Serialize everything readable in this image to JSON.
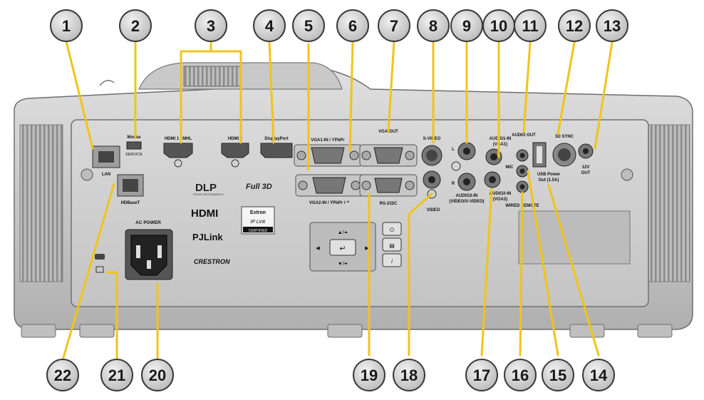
{
  "callouts_top": [
    "1",
    "2",
    "3",
    "4",
    "5",
    "6",
    "7",
    "8",
    "9",
    "10",
    "11",
    "12",
    "13"
  ],
  "callouts_bottom": [
    "22",
    "21",
    "20",
    "19",
    "18",
    "17",
    "16",
    "15",
    "14"
  ],
  "port_labels": {
    "lan": "LAN",
    "hdbaset": "HDBaseT",
    "mouse": "Mouse",
    "service": "SERVICE",
    "hdmi1": "HDMI 1 / MHL",
    "hdmi2": "HDMI 2",
    "displayport": "DisplayPort",
    "vga1_in": "VGA1-IN / YPbPr",
    "vga_out": "VGA-OUT",
    "vga2_in": "VGA2-IN / YPbPr / ¹²",
    "rs232c": "RS-232C",
    "s_video": "S-VIDEO",
    "video": "VIDEO",
    "audio1_in": "AUDIO1-IN",
    "audio1_in_sub": "(VGA1)",
    "audio2_in": "AUDIO2-IN",
    "audio2_in_sub": "(VGA2)",
    "audio3_in": "AUDIO3-IN",
    "audio3_in_sub": "(VIDEO/S-VIDEO)",
    "audio_out": "AUDIO OUT",
    "mic": "MIC",
    "usb_power": "USB Power",
    "usb_power_sub": "Out (1.5A)",
    "sync_3d": "3D SYNC",
    "out_12v": "12V",
    "out_12v_sub": "OUT",
    "wired_remote": "WIRED REMOTE",
    "ac_power": "AC POWER",
    "l": "L",
    "r": "R"
  },
  "logos": {
    "dlp": "DLP",
    "dlp_sub": "TEXAS INSTRUMENTS",
    "full3d": "Full 3D",
    "hdmi": "HDMI",
    "extron": "Extron",
    "iplink": "IP Link",
    "certified": "CERTIFIED",
    "pjlink": "PJLink",
    "crestron": "CRESTRON"
  },
  "colors": {
    "callout_fill": "#d7d7d7",
    "callout_stroke": "#3a3a3a",
    "leader": "#f0c419",
    "panel": "#cfcfcf",
    "body": "#bdbdbd"
  }
}
